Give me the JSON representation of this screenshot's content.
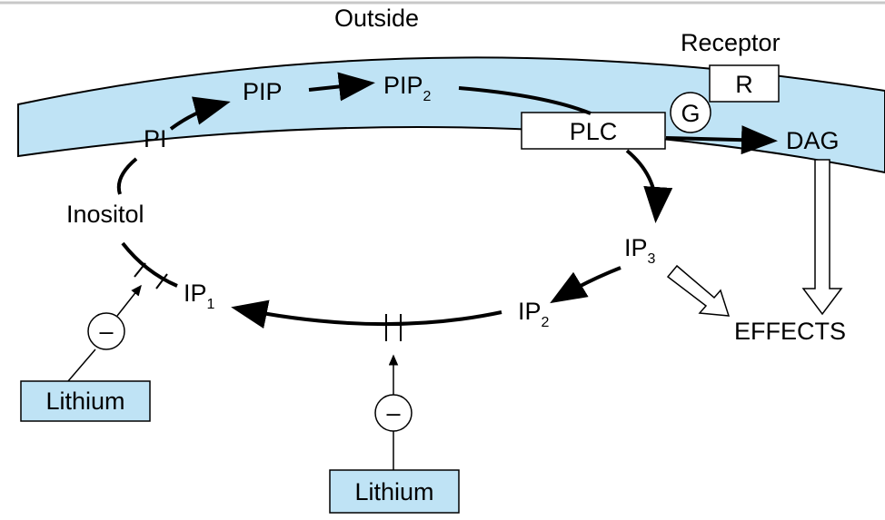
{
  "labels": {
    "outside": "Outside",
    "receptor": "Receptor",
    "receptor_box": "R",
    "g_protein": "G",
    "plc": "PLC",
    "dag": "DAG",
    "pi": "PI",
    "pip": "PIP",
    "pip2_base": "PIP",
    "pip2_sub": "2",
    "inositol": "Inositol",
    "ip3_base": "IP",
    "ip3_sub": "3",
    "ip2_base": "IP",
    "ip2_sub": "2",
    "ip1_base": "IP",
    "ip1_sub": "1",
    "effects": "EFFECTS",
    "inhibitor_sign": "–",
    "lithium_left": "Lithium",
    "lithium_bottom": "Lithium"
  },
  "colors": {
    "membrane": "#bfe3f5",
    "lithium_box": "#bfe3f5",
    "line": "#000000",
    "frame": "#c8c8c8"
  }
}
